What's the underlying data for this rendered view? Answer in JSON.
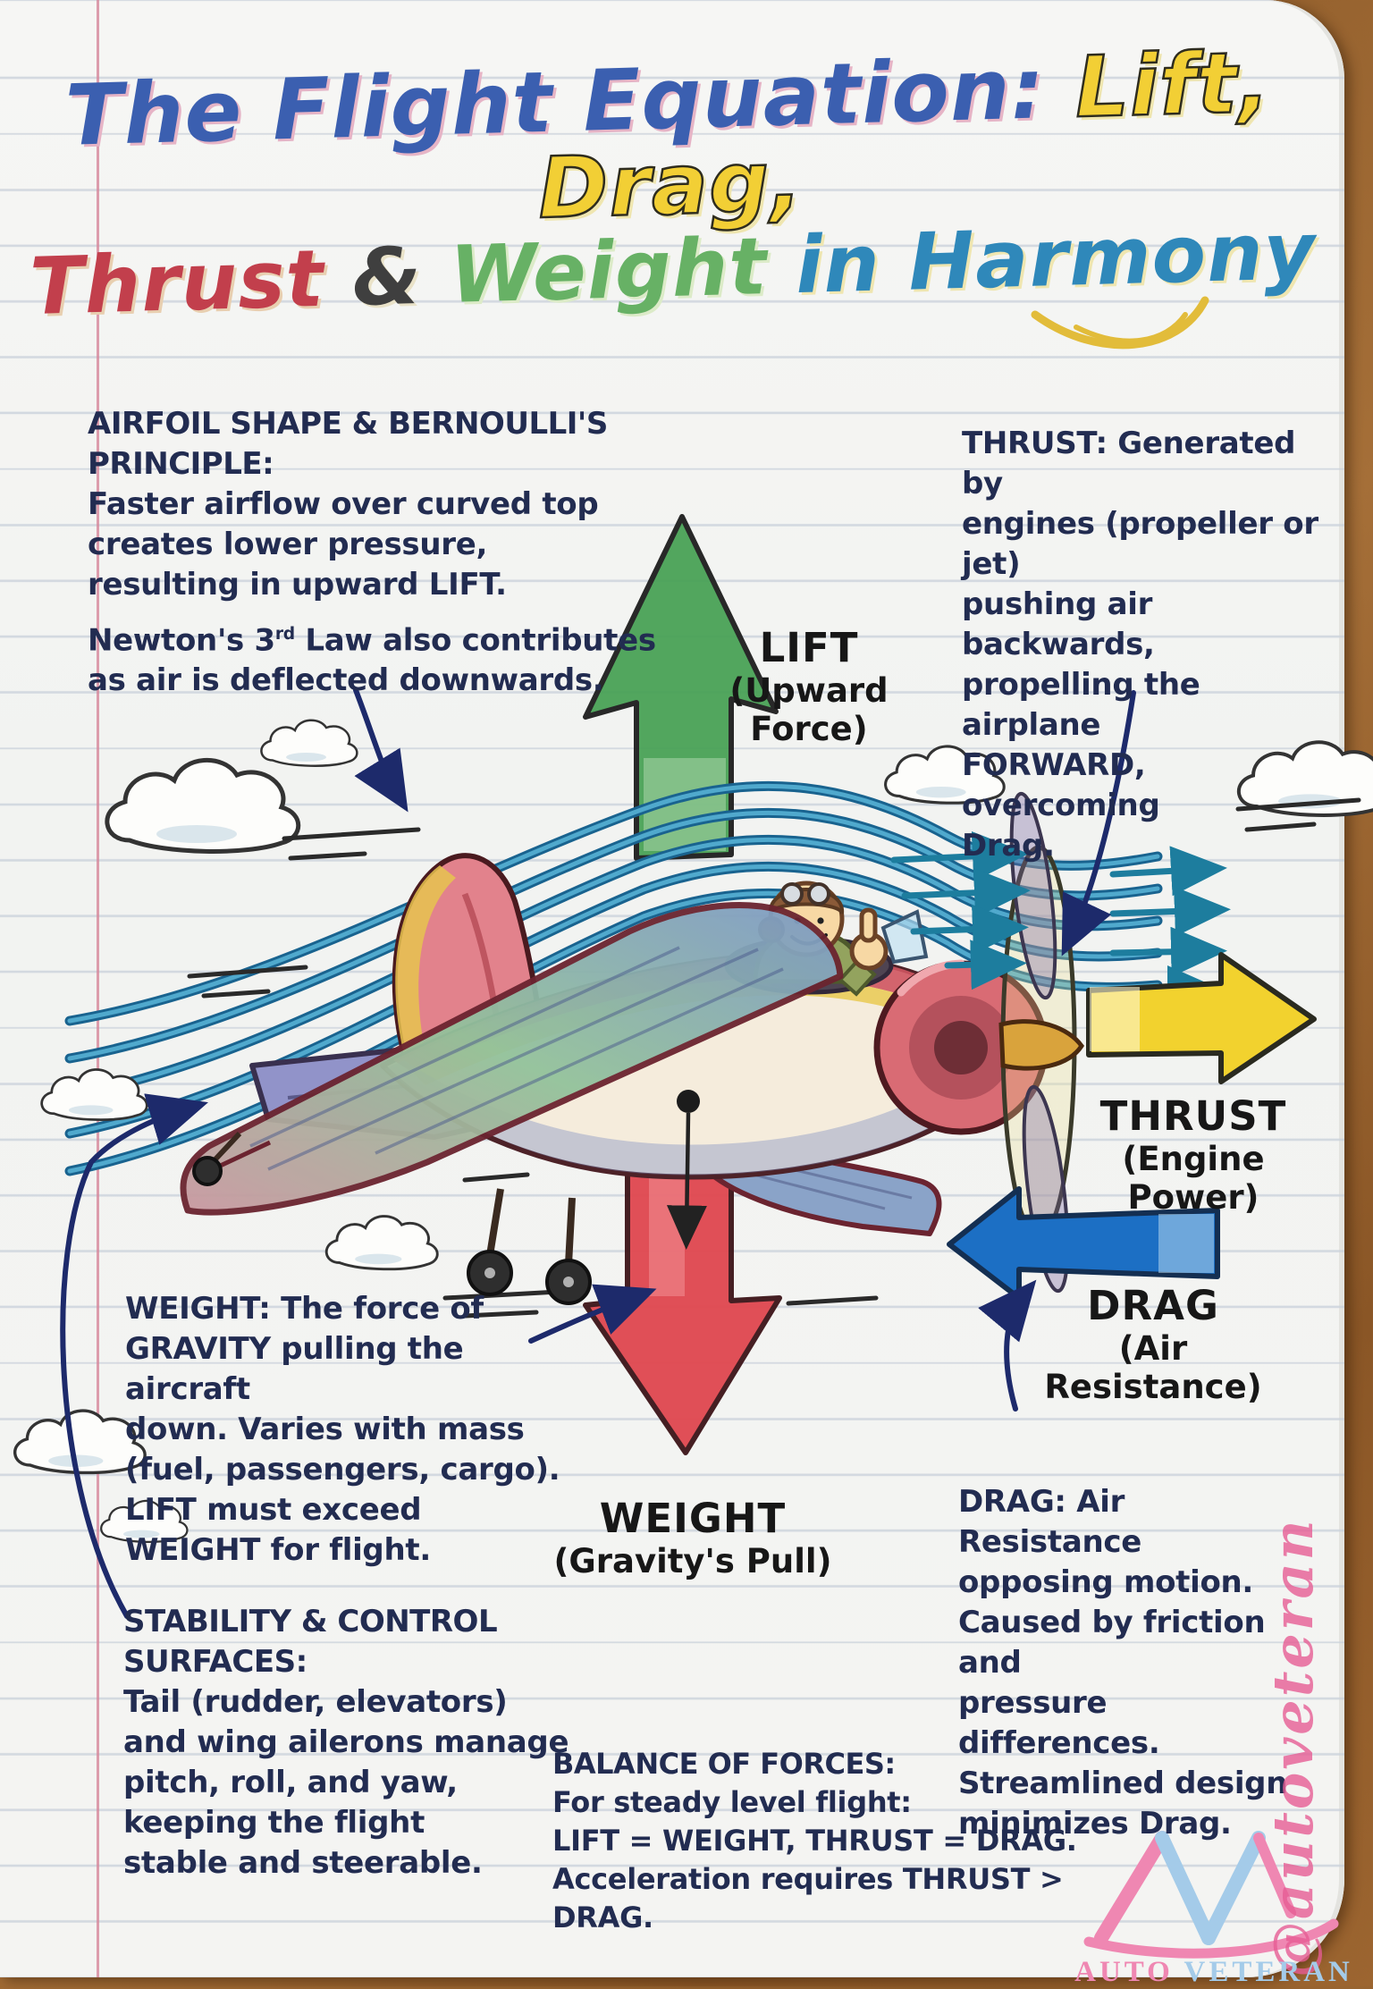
{
  "title": {
    "line1_script": "The Flight Equation:",
    "line1_accent": " Lift, Drag,",
    "line2_thrust": "Thrust",
    "line2_amp": " & ",
    "line2_weight": "Weight",
    "line2_rest": " in Harmony"
  },
  "blocks": {
    "airfoil": {
      "heading": "AIRFOIL SHAPE & BERNOULLI'S PRINCIPLE:",
      "lines": [
        "Faster airflow over curved top",
        "creates lower pressure,",
        "resulting in upward LIFT."
      ],
      "newton": {
        "pre": "Newton's 3",
        "sup": "rd",
        "post": " Law also contributes"
      },
      "newton_line2": "as air is deflected downwards."
    },
    "thrust_note": {
      "lines": [
        "THRUST: Generated by",
        "engines (propeller or jet)",
        "pushing air backwards,",
        "propelling the airplane",
        "FORWARD, overcoming",
        "Drag."
      ]
    },
    "weight_note": {
      "lines": [
        "WEIGHT: The force of",
        "GRAVITY pulling the aircraft",
        "down. Varies with mass",
        "(fuel, passengers, cargo).",
        "LIFT must exceed",
        "WEIGHT for flight."
      ]
    },
    "stability": {
      "heading": "STABILITY & CONTROL SURFACES:",
      "lines": [
        "Tail (rudder, elevators)",
        "and wing ailerons manage",
        "pitch, roll, and yaw,",
        "keeping the flight",
        "stable and steerable."
      ]
    },
    "drag_note": {
      "lines": [
        "DRAG: Air Resistance",
        "opposing motion.",
        "Caused by friction and",
        "pressure differences.",
        "Streamlined design",
        "minimizes Drag."
      ]
    },
    "balance": {
      "heading": "BALANCE OF FORCES:",
      "lines": [
        "For steady level flight:",
        "LIFT = WEIGHT, THRUST = DRAG.",
        "Acceleration requires THRUST > DRAG."
      ]
    }
  },
  "force_labels": {
    "lift": {
      "name": "LIFT",
      "sub": "(Upward Force)"
    },
    "thrust": {
      "name": "THRUST",
      "sub": "(Engine Power)"
    },
    "drag": {
      "name": "DRAG",
      "sub": "(Air Resistance)"
    },
    "weight": {
      "name": "WEIGHT",
      "sub": "(Gravity's Pull)"
    }
  },
  "watermark": {
    "handle": "@autoveteran",
    "logo_auto": "AUTO",
    "logo_veteran": "VETERAN"
  },
  "colors": {
    "lift_green": "#4aa257",
    "thrust_yellow": "#f2d22e",
    "drag_blue": "#1c6fc4",
    "weight_red": "#e0474f",
    "airflow_teal": "#19638f",
    "slipstream_teal": "#1d7d9e",
    "annotation_navy": "#1d2a6b",
    "ink_navy": "#222c51",
    "paper": "#f4f4f2",
    "wood_brown": "#9c6530",
    "margin_red": "#d6869a",
    "watermark_pink": "#e65c94"
  }
}
